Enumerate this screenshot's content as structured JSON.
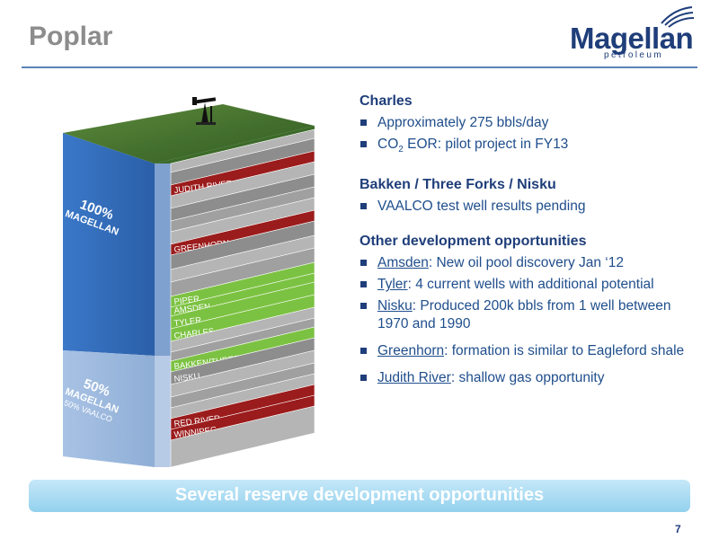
{
  "slide": {
    "title": "Poplar",
    "page_number": "7"
  },
  "logo": {
    "word": "Magellan",
    "sub": "petroleum"
  },
  "diagram": {
    "left_labels": [
      {
        "percent": "100%",
        "name": "MAGELLAN",
        "note": ""
      },
      {
        "percent": "50%",
        "name": "MAGELLAN",
        "note": "50% VAALCO"
      }
    ],
    "layers": [
      "JUDITH RIVER",
      "GREENHORN",
      "PIPER",
      "AMSDEN",
      "TYLER",
      "CHARLES",
      "BAKKEN/THREE FORKS",
      "NISKU",
      "RED RIVER",
      "WINNIPEG"
    ]
  },
  "sections": [
    {
      "heading": "Charles",
      "bullets": [
        {
          "text": "Approximately 275 bbls/day"
        },
        {
          "pre": "CO",
          "sub": "2",
          "text": " EOR: pilot project in FY13"
        }
      ]
    },
    {
      "heading": "Bakken / Three Forks / Nisku",
      "bullets": [
        {
          "text": "VAALCO test well results pending"
        }
      ]
    },
    {
      "heading": "Other development opportunities",
      "bullets": [
        {
          "link": "Amsden",
          "text": ": New oil pool discovery Jan ‘12"
        },
        {
          "link": "Tyler",
          "text": ": 4 current wells with additional potential"
        },
        {
          "link": "Nisku",
          "text": ": Produced 200k bbls from 1 well between 1970 and 1990"
        },
        {
          "link": "Greenhorn",
          "text": ": formation is similar to Eagleford shale"
        },
        {
          "link": "Judith River",
          "text": ": shallow gas opportunity"
        }
      ]
    }
  ],
  "banner": {
    "text": "Several reserve development opportunities"
  },
  "colors": {
    "title": "#8c8c8c",
    "heading": "#1f3e7a",
    "body": "#1f4e8c",
    "oil_layer": "#7cc242",
    "gas_layer": "#9b1c1c",
    "rock_layer": "#b5b5b5",
    "magellan_100": "#2e6cc0",
    "magellan_50": "#9cb8dc",
    "banner": "#a9dcf3"
  }
}
